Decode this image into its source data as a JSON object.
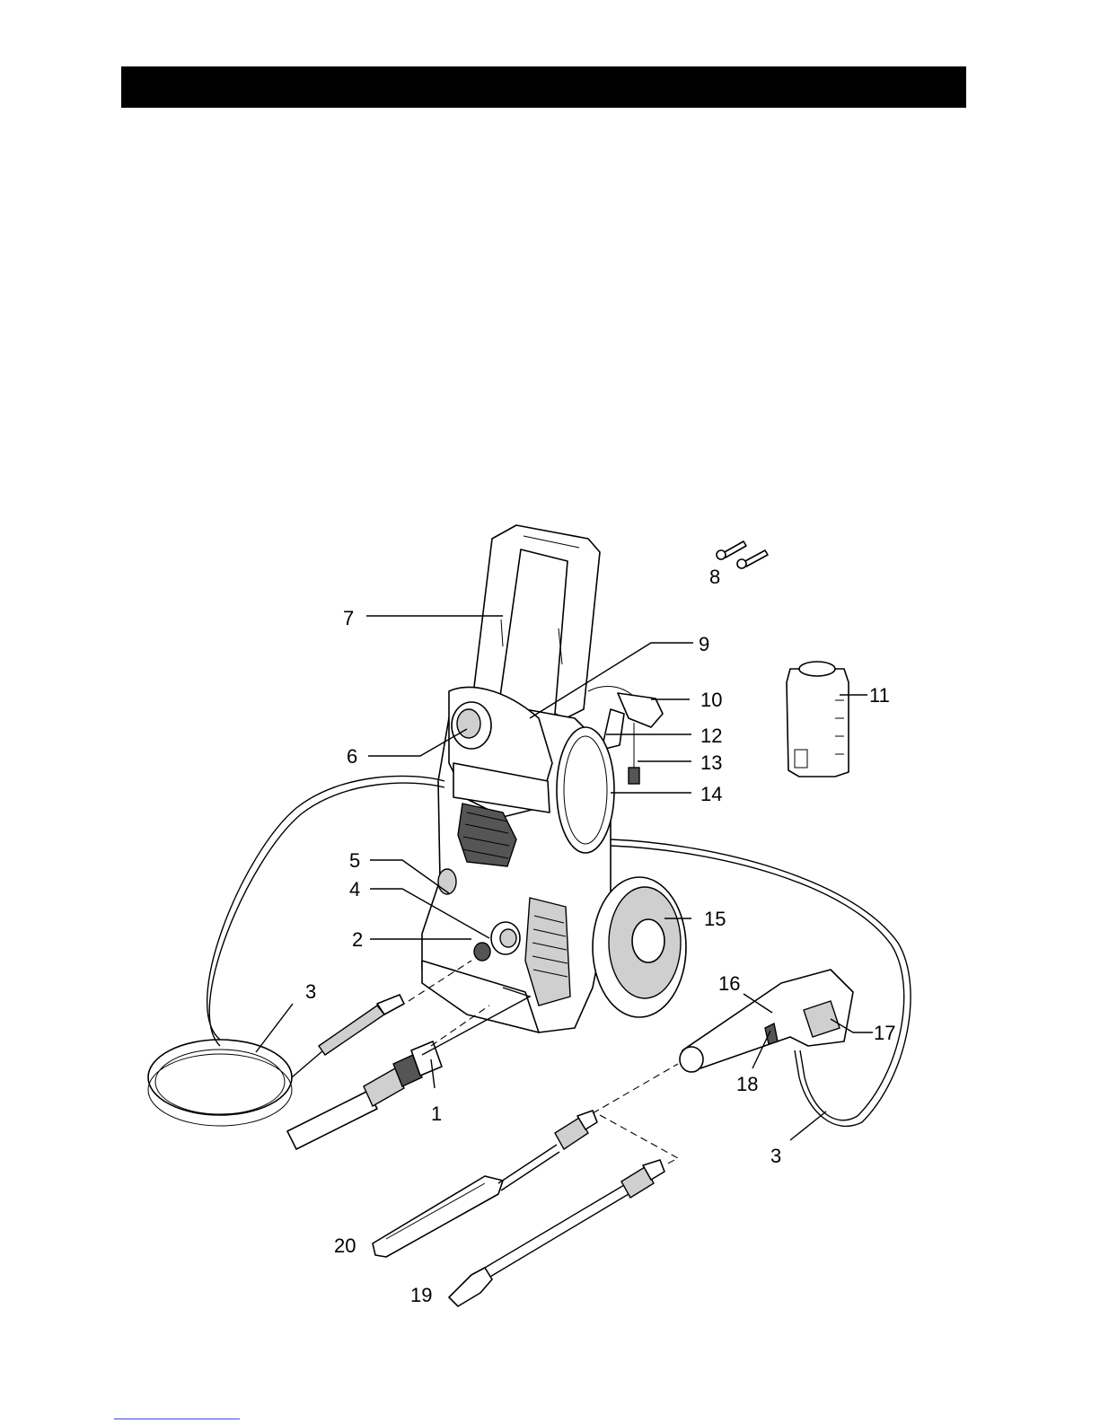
{
  "callouts": [
    {
      "id": "1",
      "text": "1"
    },
    {
      "id": "2",
      "text": "2"
    },
    {
      "id": "3a",
      "text": "3"
    },
    {
      "id": "3b",
      "text": "3"
    },
    {
      "id": "4",
      "text": "4"
    },
    {
      "id": "5",
      "text": "5"
    },
    {
      "id": "6",
      "text": "6"
    },
    {
      "id": "7",
      "text": "7"
    },
    {
      "id": "8",
      "text": "8"
    },
    {
      "id": "9",
      "text": "9"
    },
    {
      "id": "10",
      "text": "10"
    },
    {
      "id": "11",
      "text": "11"
    },
    {
      "id": "12",
      "text": "12"
    },
    {
      "id": "13",
      "text": "13"
    },
    {
      "id": "14",
      "text": "14"
    },
    {
      "id": "15",
      "text": "15"
    },
    {
      "id": "16",
      "text": "16"
    },
    {
      "id": "17",
      "text": "17"
    },
    {
      "id": "18",
      "text": "18"
    },
    {
      "id": "19",
      "text": "19"
    },
    {
      "id": "20",
      "text": "20"
    }
  ]
}
